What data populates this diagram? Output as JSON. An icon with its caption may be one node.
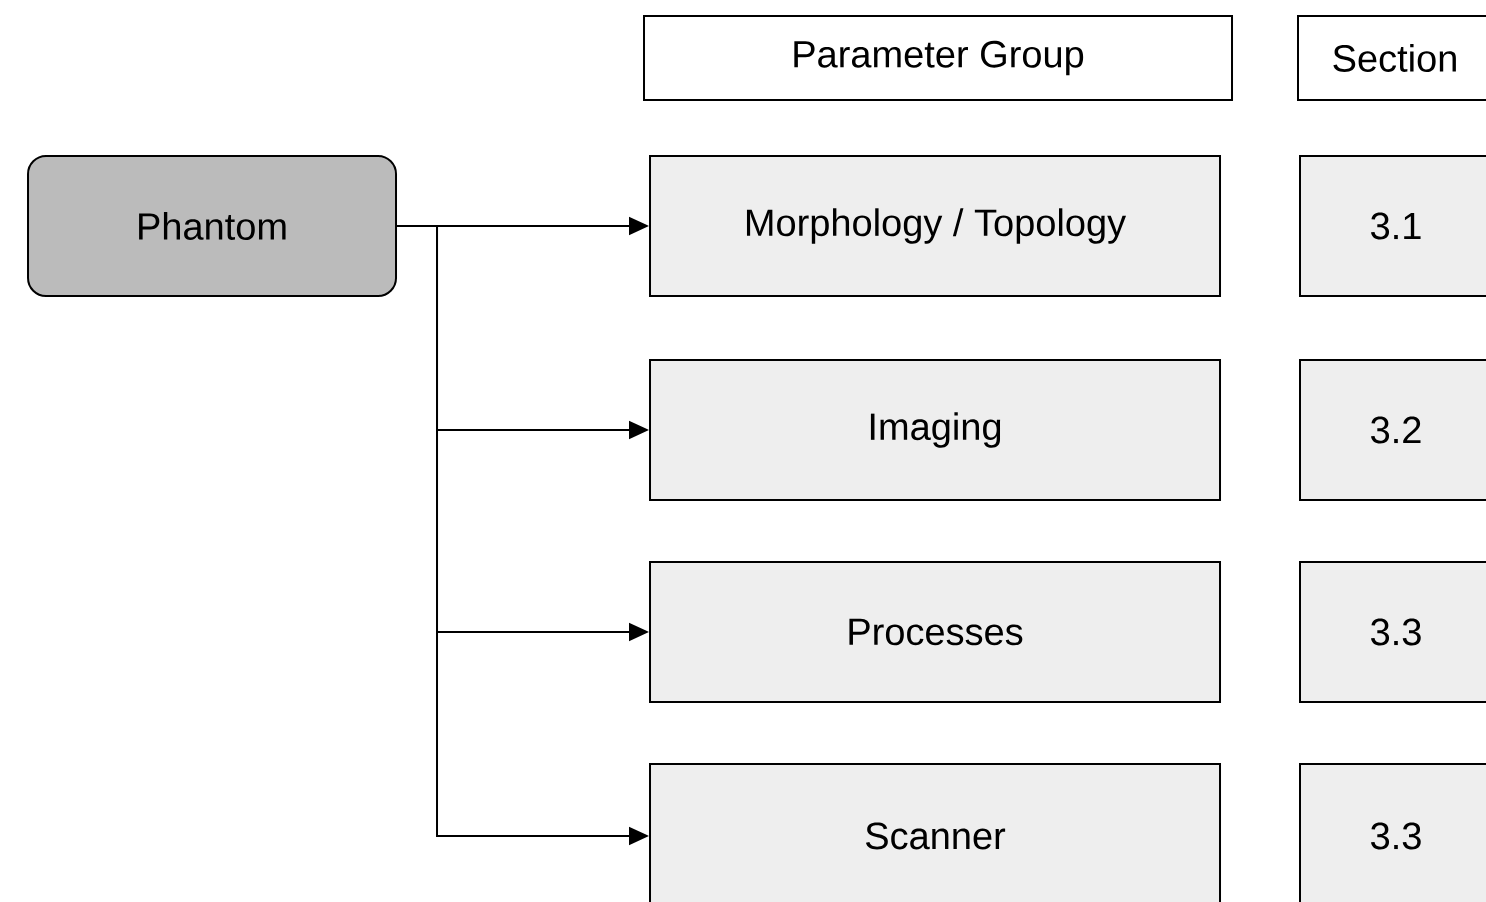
{
  "diagram": {
    "nodes": [
      {
        "text": [
          "Parameter Group"
        ]
      },
      {
        "text": [
          "Section"
        ]
      },
      {
        "text": [
          "Phantom"
        ]
      },
      {
        "text": [
          "Morphology / Topology"
        ]
      },
      {
        "text": [
          "3.1"
        ]
      },
      {
        "text": [
          "Imaging"
        ]
      },
      {
        "text": [
          "3.2"
        ]
      },
      {
        "text": [
          "Processes"
        ]
      },
      {
        "text": [
          "3.3"
        ]
      },
      {
        "text": [
          "Scanner"
        ]
      },
      {
        "text": [
          "3.3"
        ]
      }
    ],
    "edges": [
      {
        "from": 2,
        "to": 3,
        "arrow": "to"
      },
      {
        "from": 2,
        "to": 5,
        "arrow": "to"
      },
      {
        "from": 2,
        "to": 7,
        "arrow": "to"
      },
      {
        "from": 2,
        "to": 9,
        "arrow": "to"
      }
    ]
  }
}
